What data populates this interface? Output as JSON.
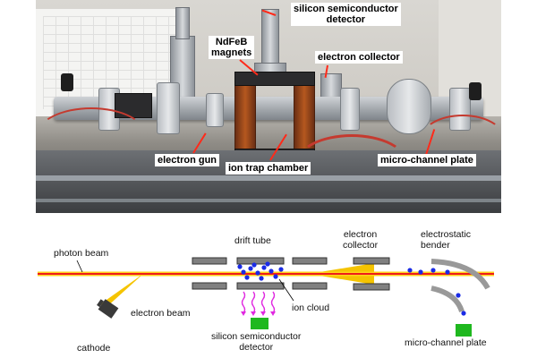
{
  "photo": {
    "labels": {
      "magnets": "NdFeB\nmagnets",
      "ssd": "silicon semiconductor\ndetector",
      "collector": "electron collector",
      "gun": "electron gun",
      "chamber": "ion trap chamber",
      "mcp": "micro-channel plate"
    }
  },
  "schematic": {
    "labels": {
      "photon_beam": "photon beam",
      "drift_tube": "drift tube",
      "electron_collector": "electron\ncollector",
      "electrostatic_bender": "electrostatic\nbender",
      "electron_beam": "electron beam",
      "ion_cloud": "ion cloud",
      "cathode": "cathode",
      "ssd": "silicon semiconductor\ndetector",
      "mcp": "micro-channel plate"
    },
    "colors": {
      "beam_red": "#ee1c1c",
      "beam_glow": "#ffd21a",
      "electron_yellow": "#f5c400",
      "ion_blue": "#1a2be6",
      "xray_magenta": "#e028e0",
      "detector_green": "#1fb81f",
      "electrode_gray": "#808080"
    }
  }
}
